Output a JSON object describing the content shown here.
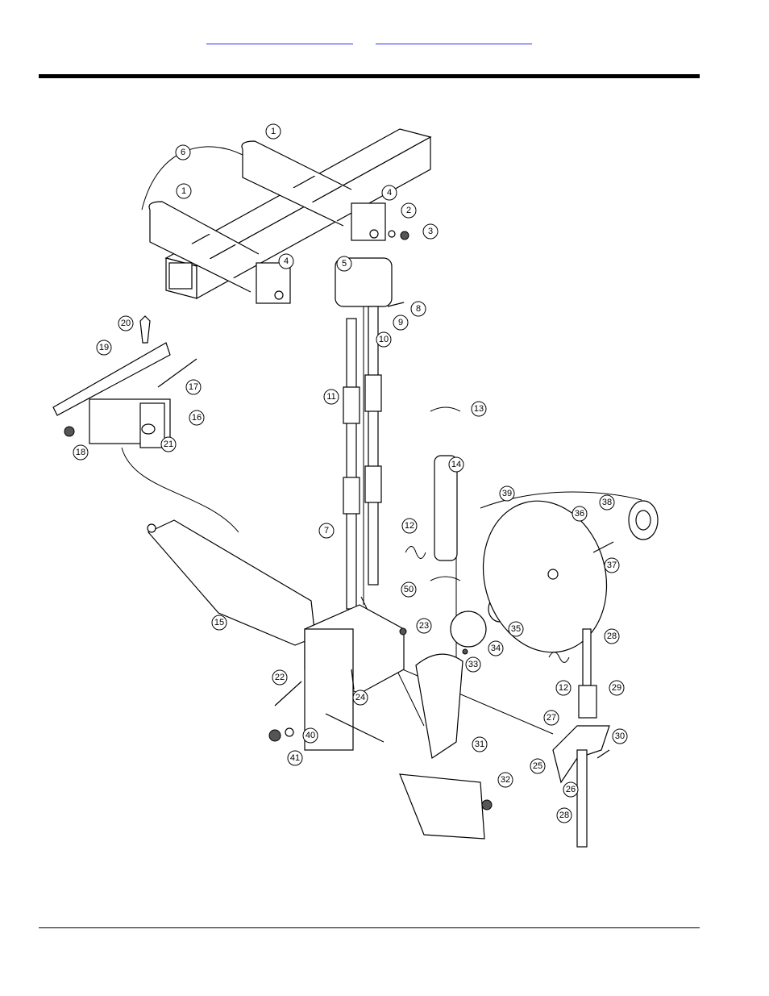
{
  "header": {
    "links": [
      {
        "label": ""
      },
      {
        "label": ""
      }
    ]
  },
  "diagram": {
    "callouts": [
      "1",
      "1",
      "2",
      "3",
      "4",
      "4",
      "5",
      "6",
      "7",
      "8",
      "9",
      "10",
      "11",
      "12",
      "12",
      "13",
      "14",
      "15",
      "16",
      "17",
      "18",
      "19",
      "20",
      "21",
      "22",
      "23",
      "24",
      "25",
      "26",
      "27",
      "28",
      "28",
      "29",
      "30",
      "31",
      "32",
      "33",
      "34",
      "35",
      "36",
      "37",
      "38",
      "39",
      "40",
      "41",
      "50"
    ]
  },
  "colors": {
    "rule": "#000000",
    "link": "#2a2aff",
    "part_fill": "#ffffff",
    "shade": "#555555"
  }
}
